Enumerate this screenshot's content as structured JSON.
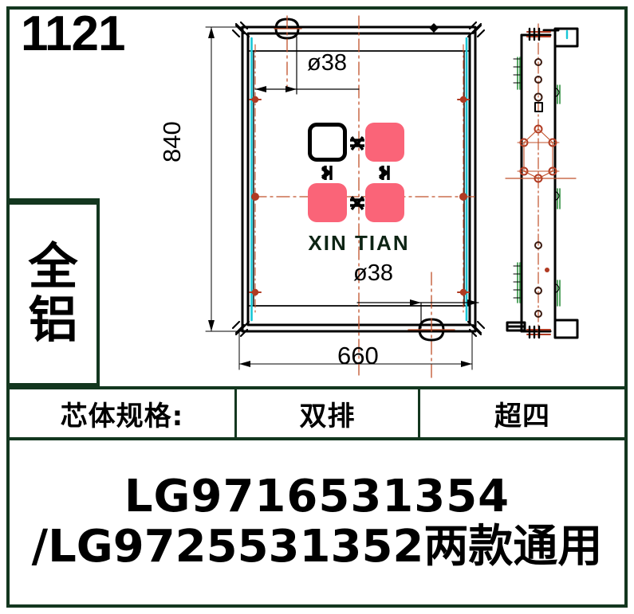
{
  "sheet": {
    "id_number": "1121",
    "border_color": "#13371f",
    "background": "#ffffff"
  },
  "material_box": {
    "chars": [
      "全",
      "铝"
    ],
    "meaning": "all-aluminum"
  },
  "spec_row": {
    "label": "芯体规格:",
    "value_1": "双排",
    "value_2": "超四"
  },
  "part_numbers": {
    "line_1": "LG9716531354",
    "line_2": "/LG9725531352两款通用"
  },
  "logo": {
    "text": "XIN TIAN",
    "fill_color": "#fa6478",
    "text_color": "#0d2414",
    "squares": [
      "hollow",
      "filled",
      "filled",
      "filled"
    ]
  },
  "drawing": {
    "dim_height": "840",
    "dim_width": "660",
    "dim_inlet": "ø38",
    "dim_outlet": "ø38",
    "view_front": "radiator-front-view",
    "view_side": "radiator-side-view",
    "centerline_color": "#c0502a",
    "accent_color": "#00c8d7",
    "line_color": "#000000"
  }
}
